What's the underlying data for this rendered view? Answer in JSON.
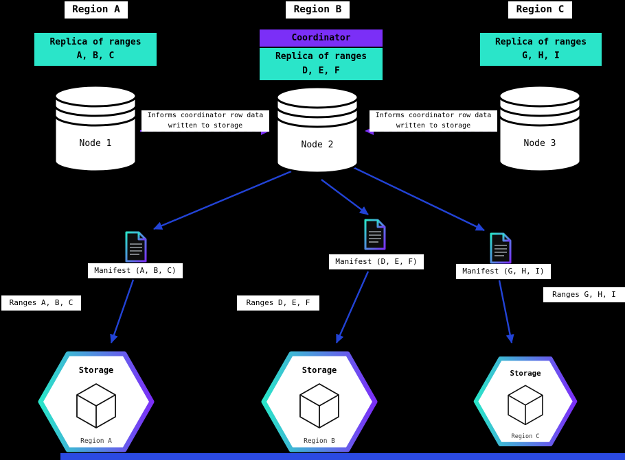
{
  "colors": {
    "background": "#000000",
    "replica_cyan": "#2AE5C9",
    "coordinator_purple": "#7B2FF7",
    "arrow_blue": "#2243D6",
    "arrow_purple": "#7B2FF7",
    "box_white": "#FFFFFF",
    "text_black": "#000000",
    "footer_blue": "#2B4AE2"
  },
  "inform_note": {
    "line1": "Informs coordinator row data",
    "line2": "written to storage"
  },
  "regions": [
    {
      "title": "Region A",
      "replica_line1": "Replica of ranges",
      "replica_line2": "A, B, C",
      "node": "Node 1",
      "manifest": "Manifest (A, B, C)",
      "ranges": "Ranges A, B, C",
      "storage_title": "Storage",
      "storage_region": "Region A"
    },
    {
      "title": "Region B",
      "coordinator": "Coordinator",
      "replica_line1": "Replica of ranges",
      "replica_line2": "D, E, F",
      "node": "Node 2",
      "manifest": "Manifest (D, E, F)",
      "ranges": "Ranges D, E, F",
      "storage_title": "Storage",
      "storage_region": "Region B"
    },
    {
      "title": "Region C",
      "replica_line1": "Replica of ranges",
      "replica_line2": "G, H, I",
      "node": "Node 3",
      "manifest": "Manifest (G, H, I)",
      "ranges": "Ranges G, H, I",
      "storage_title": "Storage",
      "storage_region": "Region C"
    }
  ]
}
